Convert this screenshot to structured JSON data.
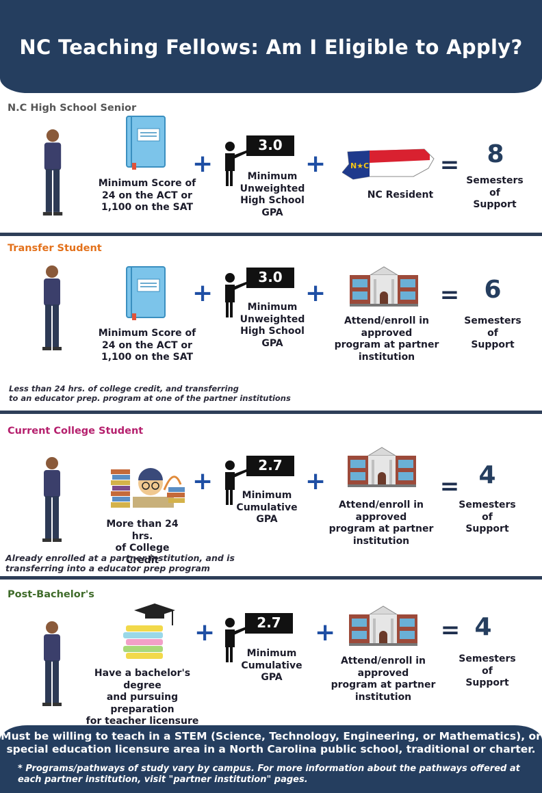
{
  "title": "NC Teaching Fellows:  Am I Eligible to Apply?",
  "colors": {
    "navy": "#253e5f",
    "plus_blue": "#1f4fa4",
    "senior": "#555555",
    "transfer": "#e3711b",
    "current": "#b51f6d",
    "postbacc": "#3f6b2a"
  },
  "sections": [
    {
      "title": "N.C High School Senior",
      "item1": [
        "Minimum Score of",
        "24 on the ACT or",
        "1,100 on the SAT"
      ],
      "gpa": "3.0",
      "gpa_label": [
        "Minimum",
        "Unweighted",
        "High School",
        "GPA"
      ],
      "item3": [
        "NC Resident"
      ],
      "semesters": "8",
      "semesters_label": [
        "Semesters",
        "of",
        "Support"
      ]
    },
    {
      "title": "Transfer Student",
      "item1": [
        "Minimum Score of",
        "24 on the ACT or",
        "1,100 on the SAT"
      ],
      "gpa": "3.0",
      "gpa_label": [
        "Minimum",
        "Unweighted",
        "High School",
        "GPA"
      ],
      "item3": [
        "Attend/enroll in approved",
        "program at partner",
        "institution"
      ],
      "semesters": "6",
      "semesters_label": [
        "Semesters",
        "of",
        "Support"
      ],
      "note": [
        "Less than 24 hrs. of college credit, and transferring",
        "to an educator prep. program at one of the partner institutions"
      ]
    },
    {
      "title": "Current College Student",
      "item1": [
        "More than 24 hrs.",
        "of College Credit"
      ],
      "gpa": "2.7",
      "gpa_label": [
        "Minimum",
        "Cumulative",
        "GPA"
      ],
      "item3": [
        "Attend/enroll in approved",
        "program at partner",
        "institution"
      ],
      "semesters": "4",
      "semesters_label": [
        "Semesters",
        "of",
        "Support"
      ],
      "note": [
        "Already enrolled at a partner institution, and is",
        "transferring into a educator prep program"
      ]
    },
    {
      "title": "Post-Bachelor's",
      "item1": [
        "Have a bachelor's degree",
        "and pursuing preparation",
        "for teacher licensure"
      ],
      "gpa": "2.7",
      "gpa_label": [
        "Minimum",
        "Cumulative",
        "GPA"
      ],
      "item3": [
        "Attend/enroll in approved",
        "program at partner",
        "institution"
      ],
      "semesters": "4",
      "semesters_label": [
        "Semesters",
        "of",
        "Support"
      ]
    }
  ],
  "footer": {
    "main": [
      "Must be willing to teach in a STEM (Science, Technology, Engineering, or Mathematics), or",
      "special education licensure area in a North Carolina public school, traditional or charter."
    ],
    "note": [
      "* Programs/pathways of study vary by campus.  For more information about the pathways offered at",
      "each partner institution, visit \"partner institution\" pages."
    ]
  }
}
